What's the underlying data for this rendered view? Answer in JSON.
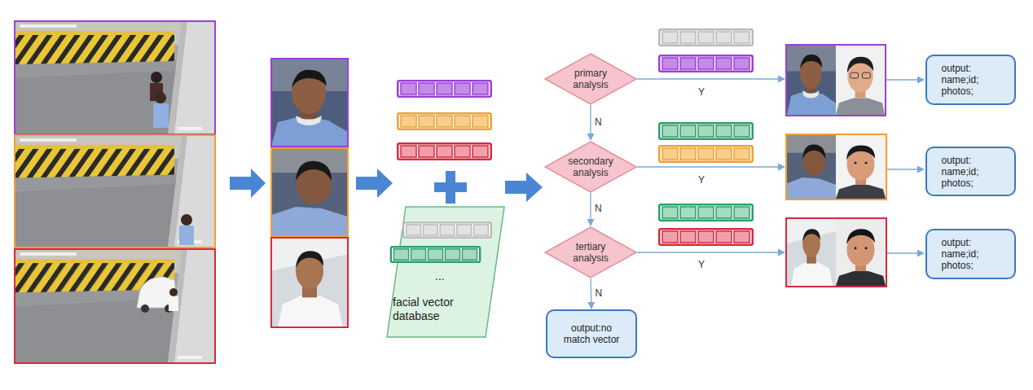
{
  "diagram": {
    "nodes": [
      {
        "text": [
          "...",
          "facial vector database"
        ]
      },
      {
        "text": [
          "primary analysis"
        ]
      },
      {
        "text": [
          "secondary analysis"
        ]
      },
      {
        "text": [
          "tertiary analysis"
        ]
      },
      {
        "text": [
          "output: name;id; photos;"
        ]
      },
      {
        "text": [
          "output: name;id; photos;"
        ]
      },
      {
        "text": [
          "output: name;id; photos;"
        ]
      },
      {
        "text": [
          "output:no match vector"
        ]
      }
    ],
    "edges": [
      {
        "from": 1,
        "to": 2,
        "label": "N",
        "arrow": "to"
      },
      {
        "from": 2,
        "to": 3,
        "label": "N",
        "arrow": "to"
      },
      {
        "from": 3,
        "to": 7,
        "label": "N",
        "arrow": "to"
      }
    ],
    "labels": [
      "Y",
      "Y",
      "Y"
    ]
  }
}
